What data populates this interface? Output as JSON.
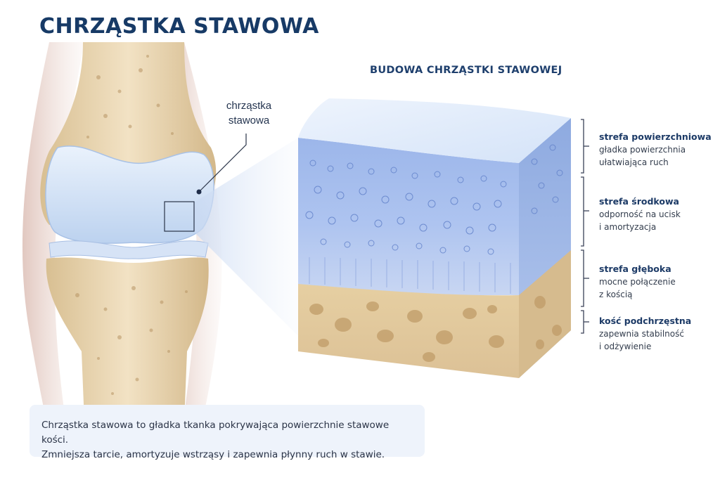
{
  "title": "CHRZĄSTKA STAWOWA",
  "subtitle": "BUDOWA CHRZĄSTKI STAWOWEJ",
  "callout": {
    "label": "chrząstka\nstawowa"
  },
  "zones": [
    {
      "title": "strefa powierzchniowa",
      "desc": "gładka powierzchnia\nułatwiająca ruch"
    },
    {
      "title": "strefa środkowa",
      "desc": "odporność na ucisk\ni amortyzacja"
    },
    {
      "title": "strefa głęboka",
      "desc": "mocne połączenie\nz kością"
    },
    {
      "title": "kość podchrzęstna",
      "desc": "zapewnia stabilność\ni odżywienie"
    }
  ],
  "info": {
    "text": "Chrząstka stawowa to gładka tkanka pokrywająca powierzchnie stawowe kości.\nZmniejsza tarcie, amortyzuje wstrząsy i zapewnia płynny ruch w stawie."
  },
  "colors": {
    "title": "#173a66",
    "cartilage": "#cfe0f5",
    "bone": "#e9d4ac",
    "cells": "#6f93d6",
    "infobox": "#eef3fb"
  }
}
